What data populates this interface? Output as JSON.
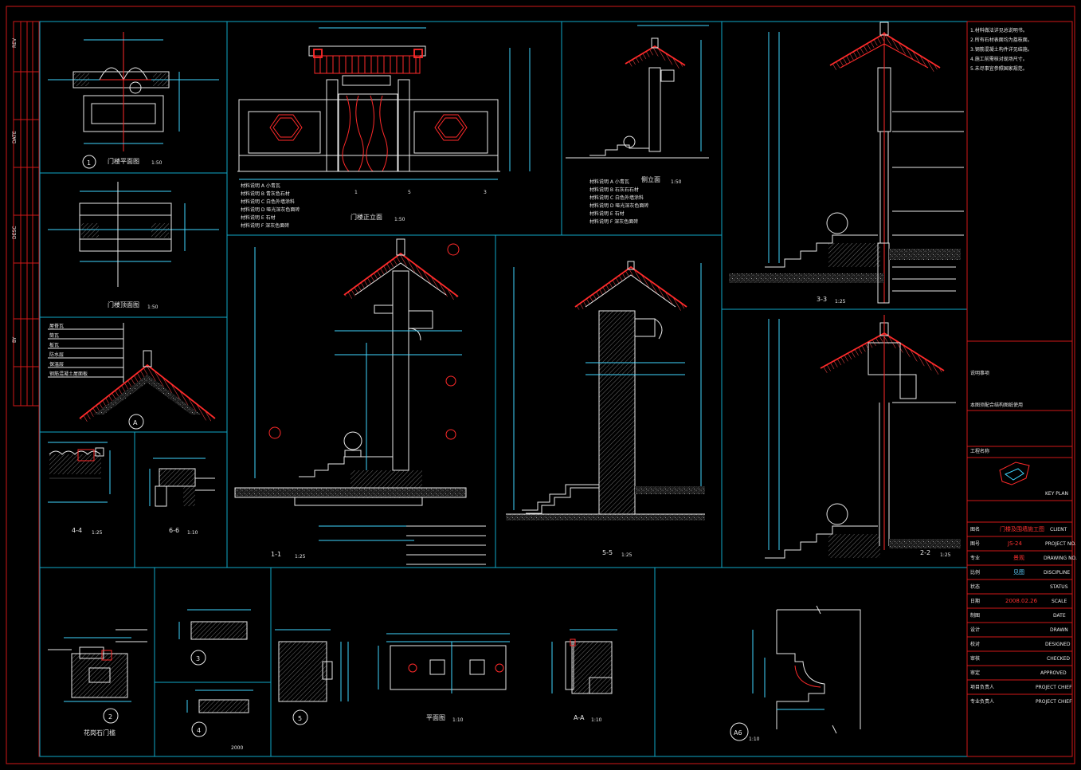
{
  "drawing": {
    "views": {
      "plan_1": "门楼平面图",
      "plan_1_scale": "1:50",
      "plan_top": "门楼顶面图",
      "plan_top_scale": "1:50",
      "front_elev": "门楼正立面",
      "front_elev_scale": "1:50",
      "side_elev_scale": "1:50",
      "sec_1_1": "1-1",
      "sec_1_1_scale": "1:25",
      "sec_5_5": "5-5",
      "sec_5_5_scale": "1:25",
      "sec_3_3": "3-3",
      "sec_3_3_scale": "1:25",
      "sec_2_2": "2-2",
      "sec_2_2_scale": "1:25",
      "sec_4_4": "4-4",
      "sec_4_4_scale": "1:25",
      "sec_6_6": "6-6",
      "sec_6_6_scale": "1:10",
      "detail_a": "A",
      "detail_2": "花岗石门槛",
      "detail_2_num": "2",
      "detail_3": "3",
      "detail_4": "4",
      "detail_5": "5",
      "plan_small": "平面图",
      "plan_small_scale": "1:10",
      "sec_aa": "A-A",
      "sec_aa_scale": "1:10",
      "detail_a6": "A6",
      "detail_a6_scale": "1:10",
      "detail_4_value": "2000"
    },
    "title_block": {
      "project_red": "门楼及围墙施工图",
      "drawing_no": "JS-24",
      "discipline_red": "景观",
      "scale_red": "见图",
      "date_red": "2008.02.26",
      "stamp_label": "KEY PLAN",
      "rows": [
        "CLIENT",
        "PROJECT NO.",
        "DRAWING NO.",
        "DISCIPLINE",
        "STATUS",
        "SCALE",
        "DATE",
        "DRAWN",
        "DESIGNED",
        "CHECKED",
        "APPROVED",
        "PROJECT CHIEF",
        "PROJECT CHIEF"
      ]
    },
    "colors": {
      "background": "#000000",
      "frame": "#d01818",
      "panel_border": "#0fa8c8",
      "outline": "#e8e8e8",
      "accent_red": "#ff2a2a",
      "dimension": "#3fd6ff",
      "annotation": "#ffe640"
    }
  }
}
